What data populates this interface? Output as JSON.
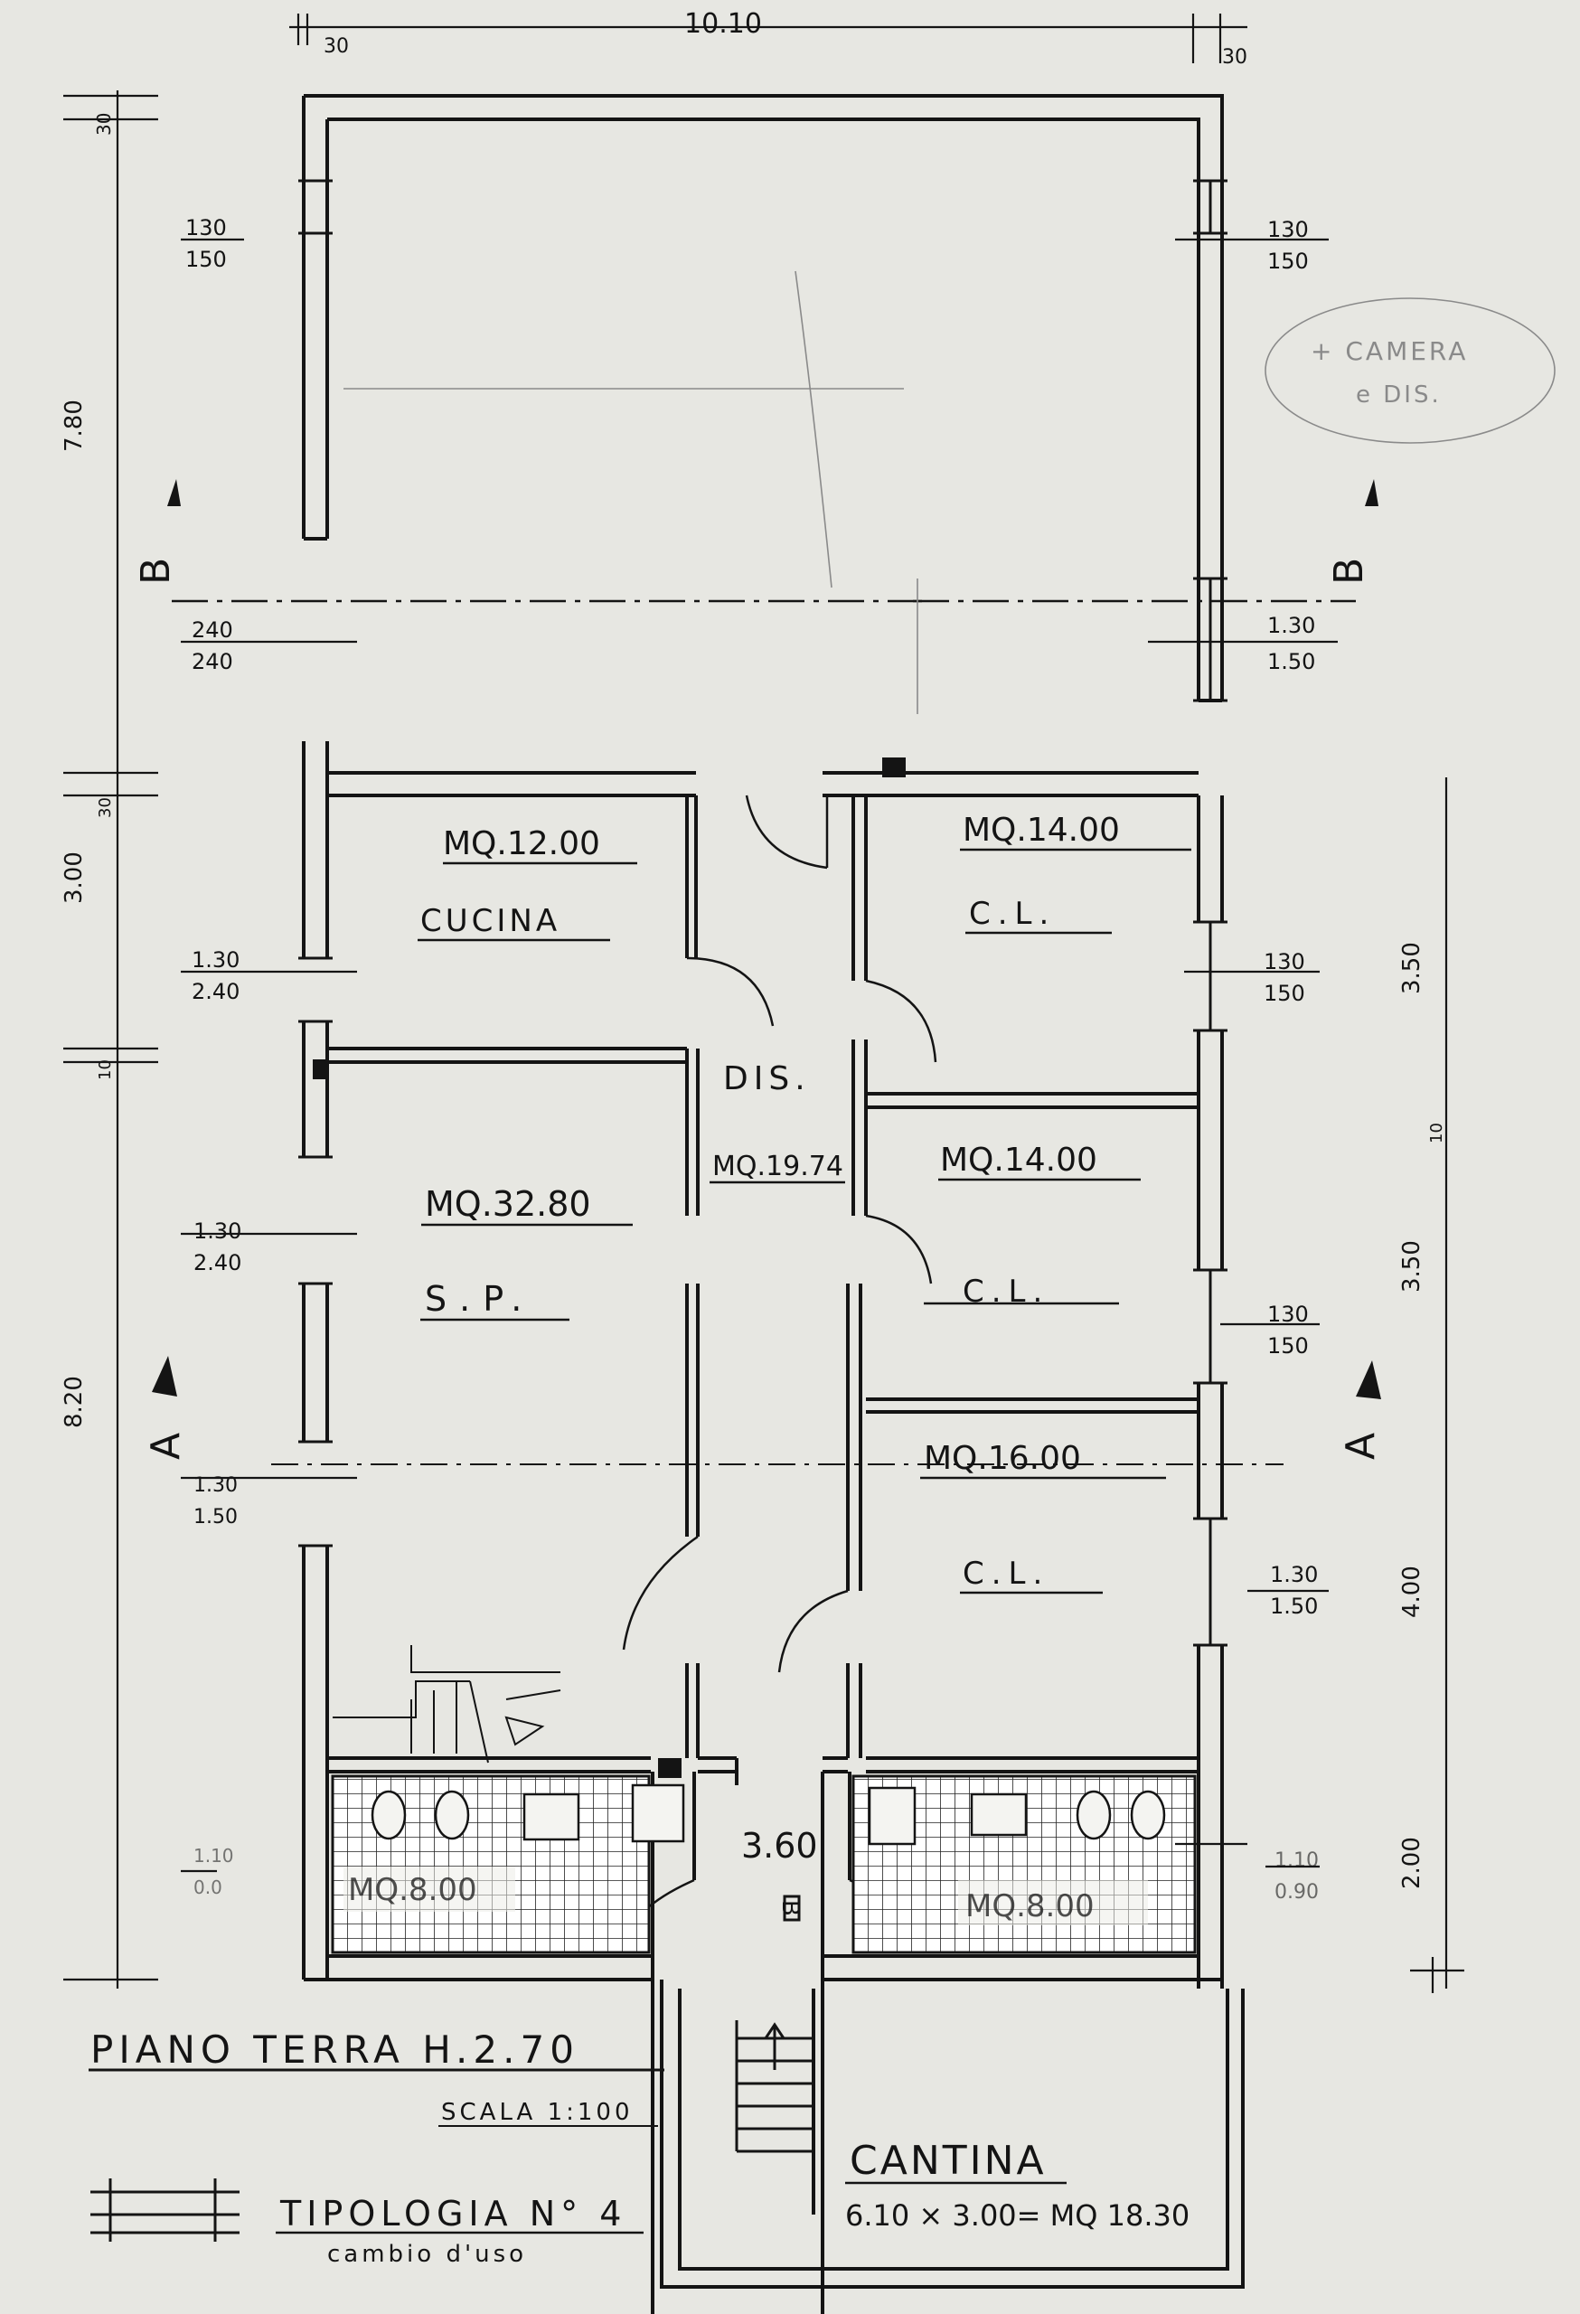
{
  "dims": {
    "overall_width": "10.10",
    "wall_left": "30",
    "wall_right": "30",
    "top_wall": "30",
    "left_segments": [
      "7.80",
      "3.00",
      "8.20"
    ],
    "left_small": [
      "30",
      "10"
    ],
    "right_segments": [
      "3.50",
      "3.50",
      "4.00",
      "2.00"
    ],
    "right_small": [
      "10"
    ],
    "stair_width": "3.60"
  },
  "openings": {
    "left": [
      {
        "top": "130",
        "bottom": "150"
      },
      {
        "top": "240",
        "bottom": "240"
      },
      {
        "top": "1.30",
        "bottom": "2.40"
      },
      {
        "top": "1.30",
        "bottom": "2.40"
      },
      {
        "top": "1.30",
        "bottom": "1.50"
      },
      {
        "top": "1.10",
        "bottom": "0.0"
      }
    ],
    "right": [
      {
        "top": "130",
        "bottom": "150"
      },
      {
        "top": "1.30",
        "bottom": "1.50"
      },
      {
        "top": "130",
        "bottom": "150"
      },
      {
        "top": "130",
        "bottom": "150"
      },
      {
        "top": "1.30",
        "bottom": "1.50"
      },
      {
        "top": "1.10",
        "bottom": "0.90"
      }
    ]
  },
  "rooms": {
    "cucina": {
      "area": "MQ.12.00",
      "name": "CUCINA"
    },
    "cl1": {
      "area": "MQ.14.00",
      "name": "C.L."
    },
    "dis": {
      "name": "DIS.",
      "area": "MQ.19.74"
    },
    "sp": {
      "area": "MQ.32.80",
      "name": "S.P."
    },
    "cl2": {
      "area": "MQ.14.00",
      "name": "C.L."
    },
    "cl3": {
      "area": "MQ.16.00",
      "name": "C.L."
    },
    "bath1": {
      "area": "MQ.8.00"
    },
    "bath2": {
      "area": "MQ.8.00"
    }
  },
  "section_marks": {
    "b": "B",
    "a": "A",
    "stair": "B"
  },
  "note": {
    "line1": "+ CAMERA",
    "line2": "e DIS."
  },
  "cantina": {
    "name": "CANTINA",
    "calc": "6.10 × 3.00= MQ 18.30"
  },
  "titles": {
    "floor": "PIANO TERRA H.2.70",
    "scale": "SCALA 1:100",
    "type": "TIPOLOGIA N° 4",
    "use": "cambio d'uso"
  },
  "colors": {
    "paper": "#e9e9e4",
    "ink": "#141414",
    "pencil": "#8a8a8a"
  }
}
